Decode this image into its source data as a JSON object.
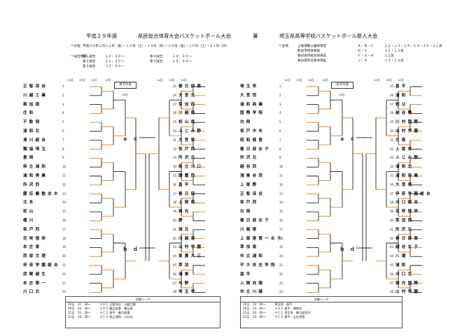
{
  "header": {
    "year": "平成２９年度",
    "tournament_left": "県民総合体育大会バスケットボール大会",
    "joiner": "兼",
    "tournament_right": "埼玉県高等学校バスケットボール新人大会",
    "schedule_label": "＝日程",
    "schedule": "平成３０年１月１２日（金）・１３日（土）・１４日（日）・１９日（金）・２０日（土）・２１日（日）",
    "times_label": "＝試合時間",
    "times": [
      {
        "label": "第１試合",
        "time": "１０：００～"
      },
      {
        "label": "第２試合",
        "time": "１１：３０～"
      },
      {
        "label": "第３試合",
        "time": "１３：００～"
      },
      {
        "label": "第４試合",
        "time": "１４：３０～"
      },
      {
        "label": "第５試合",
        "time": "１６：００～"
      }
    ],
    "venue_label": "＝会場",
    "venues": [
      {
        "name": "上尾運動公園体育館",
        "code": "Ａ・Ｂ・Ｃ",
        "dates": "１２・１３・１４・１９・２０・２１日"
      },
      {
        "name": "熊谷市民体育館",
        "code": "Ｄ・Ｅ",
        "dates": "１２・１３日"
      },
      {
        "name": "春日部市総合体育館",
        "code": "Ｆ・Ｇ・Ｈ",
        "dates": "１２日"
      },
      {
        "name": "春日部市庄和体育館",
        "code": "Ｊ・Ｋ",
        "dates": "１３・１４日"
      }
    ]
  },
  "date_headers": [
    "12日",
    "13日",
    "14日",
    "19日",
    "14日",
    "13日",
    "12日"
  ],
  "men": {
    "box_label": "男子の部",
    "box_date": "19日",
    "semi_top": "ａ　ｃ",
    "semi_bottom": "ｂ　ｄ",
    "left_teams": [
      "正智深谷",
      "川越工業",
      "慈加南",
      "庄和",
      "不動岡",
      "浦和北",
      "滑川総合",
      "獨協埼玉",
      "豊岡",
      "県立浦和",
      "浦和実業",
      "所沢西",
      "慶応義塾志木",
      "北本",
      "松山",
      "桶川",
      "坂戸西",
      "花咲徳栄",
      "本庄東",
      "西部文理",
      "伊奈学園総合",
      "武蔵越生",
      "本庄第一",
      "川口北"
    ],
    "left_nums": [
      "1",
      "2",
      "3",
      "4",
      "5",
      "6",
      "7",
      "8",
      "9",
      "10",
      "11",
      "12",
      "13",
      "14",
      "15",
      "16",
      "17",
      "18",
      "19",
      "20",
      "21",
      "22",
      "23",
      "24"
    ],
    "right_teams": [
      "春日部東",
      "大宮北",
      "草加西",
      "川越南",
      "松山南",
      "ふじみ野",
      "大宮東",
      "坂戸西",
      "所沢北",
      "県立川口",
      "朝霞西",
      "昌平",
      "春日部",
      "上尾南",
      "和光",
      "蕨",
      "城北",
      "川越東",
      "山村学園",
      "東農大三",
      "草加",
      "鴻巣",
      "与野",
      "埼玉栄"
    ],
    "right_nums": [
      "25",
      "26",
      "27",
      "28",
      "29",
      "30",
      "31",
      "32",
      "33",
      "34",
      "35",
      "36",
      "37",
      "38",
      "39",
      "40",
      "41",
      "42",
      "43",
      "44",
      "45",
      "46",
      "47",
      "48"
    ]
  },
  "women": {
    "box_label": "女子の部",
    "box_date": "19日",
    "semi_top": "ａ　ｃ",
    "semi_bottom": "ｂ　ｄ",
    "left_teams": [
      "埼玉栄",
      "大宮西",
      "浦和商業",
      "国際学院",
      "白岡",
      "坂戸中央",
      "昭和徳香",
      "春日部女子",
      "所沢北",
      "越谷西",
      "鴻巣谷西",
      "上尾野",
      "正智深谷",
      "坂戸西",
      "白岡",
      "春日部女子",
      "川越東",
      "上尾東第一女子",
      "草加南",
      "市立浦和",
      "平大本庄学院",
      "昌平",
      "入間向陽",
      "市立川越"
    ],
    "left_nums": [
      "1",
      "2",
      "3",
      "4",
      "5",
      "6",
      "7",
      "8",
      "9",
      "10",
      "11",
      "12",
      "13",
      "14",
      "15",
      "16",
      "17",
      "18",
      "19",
      "20",
      "21",
      "22",
      "23",
      "24"
    ],
    "right_teams": [
      "昌平",
      "浦和",
      "秩父",
      "越谷野",
      "川村国際",
      "山村学園",
      "久喜",
      "上尾見",
      "ふじみ野",
      "浦和北",
      "浦和商業",
      "大宮東",
      "伊奈学園総合",
      "川口総合",
      "花咲徳栄",
      "草加西",
      "所沢北",
      "春日部東",
      "越谷女子",
      "八潮",
      "浦和",
      "川口北",
      "和光国際",
      "山村学園"
    ],
    "right_nums": [
      "25",
      "26",
      "27",
      "28",
      "29",
      "30",
      "31",
      "32",
      "33",
      "34",
      "35",
      "36",
      "37",
      "38",
      "39",
      "40",
      "41",
      "42",
      "43",
      "44",
      "45",
      "46",
      "47",
      "48"
    ]
  },
  "league_men": {
    "title": "決勝リーグ",
    "rows": [
      "20日　11：30～　　　＊Ａ１ 正智深谷 ‐ 川越工業",
      "20日　14：30～　　　＊Ａ２ 春日部東 ‐ 春日部",
      "21日　11：30～　　　＊Ｃ２ 昌平 ‐ 春日部東",
      "21日　14：30～　　　＊Ｃ４ 県立浦和 ‐ 川口北"
    ]
  },
  "league_women": {
    "title": "決勝リーグ",
    "rows": [
      "20日　10：00～　　　埼玉栄 ‐ 昌平",
      "20日　13：00～　　　＊Ａ３ 昌平 ‐ 浦和北",
      "21日　10：00～　　　＊Ｃ１ 埼玉栄 ‐ 春日部女子",
      "21日　13：00～　　　＊Ｃ３ 昌平 ‐ 山村学園"
    ]
  },
  "colors": {
    "line_black": "#222222",
    "line_orange": "#f07a1a"
  }
}
